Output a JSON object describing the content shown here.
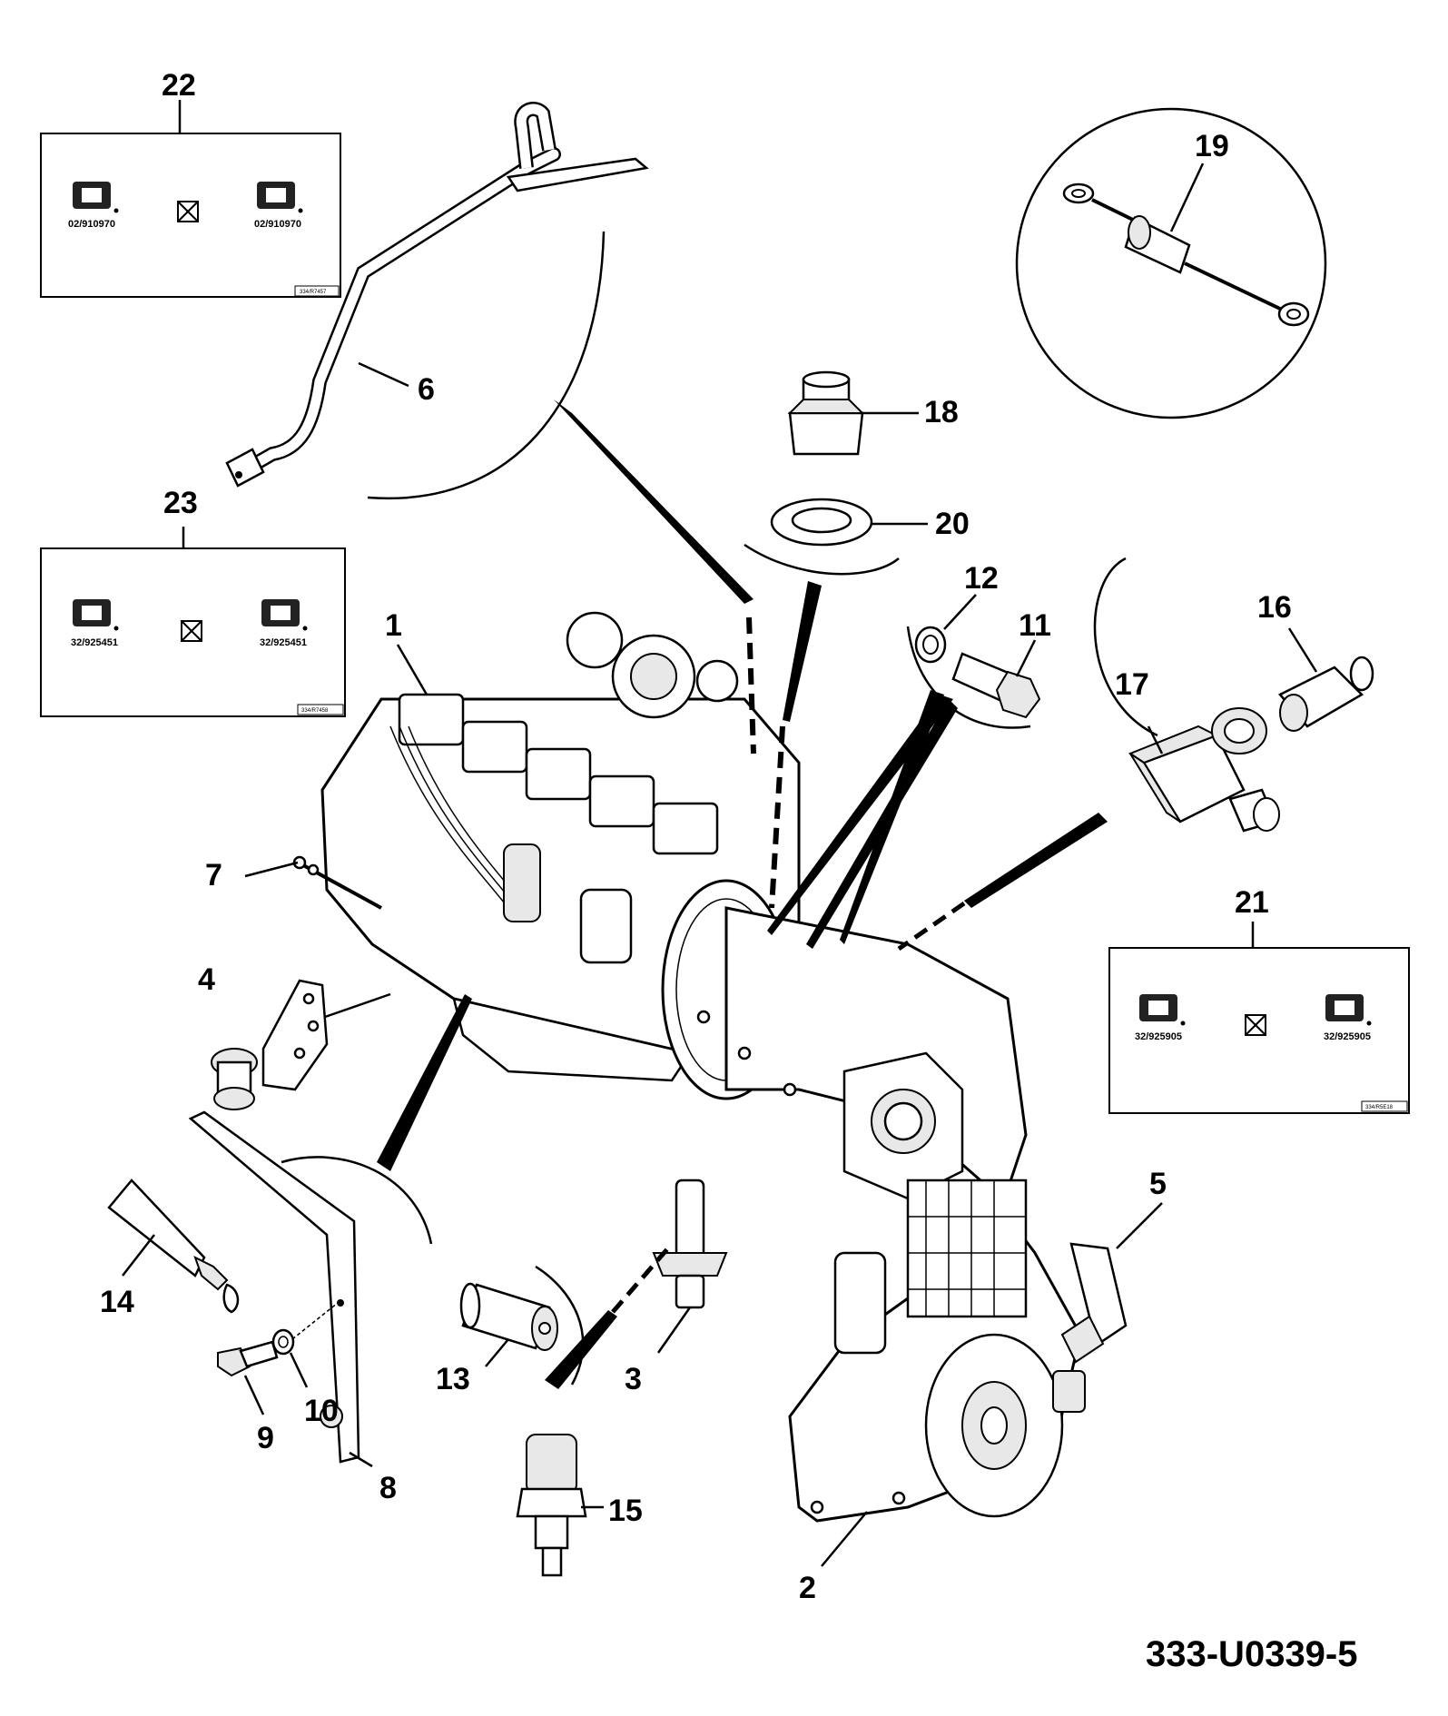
{
  "callouts": [
    {
      "id": "1",
      "label": "1"
    },
    {
      "id": "2",
      "label": "2"
    },
    {
      "id": "3",
      "label": "3"
    },
    {
      "id": "4",
      "label": "4"
    },
    {
      "id": "5",
      "label": "5"
    },
    {
      "id": "6",
      "label": "6"
    },
    {
      "id": "7",
      "label": "7"
    },
    {
      "id": "8",
      "label": "8"
    },
    {
      "id": "9",
      "label": "9"
    },
    {
      "id": "10",
      "label": "10"
    },
    {
      "id": "11",
      "label": "11"
    },
    {
      "id": "12",
      "label": "12"
    },
    {
      "id": "13",
      "label": "13"
    },
    {
      "id": "14",
      "label": "14"
    },
    {
      "id": "15",
      "label": "15"
    },
    {
      "id": "16",
      "label": "16"
    },
    {
      "id": "17",
      "label": "17"
    },
    {
      "id": "18",
      "label": "18"
    },
    {
      "id": "19",
      "label": "19"
    },
    {
      "id": "20",
      "label": "20"
    },
    {
      "id": "21",
      "label": "21"
    },
    {
      "id": "22",
      "label": "22"
    },
    {
      "id": "23",
      "label": "23"
    }
  ],
  "kit_boxes": {
    "box22": {
      "label": "22",
      "part_left": "02/910970",
      "part_right": "02/910970",
      "ref": "334/R7457"
    },
    "box23": {
      "label": "23",
      "part_left": "32/925451",
      "part_right": "32/925451",
      "ref": "334/R7458"
    },
    "box21": {
      "label": "21",
      "part_left": "32/925905",
      "part_right": "32/925905",
      "ref": "334/R5E18"
    }
  },
  "drawing_number": "333-U0339-5"
}
